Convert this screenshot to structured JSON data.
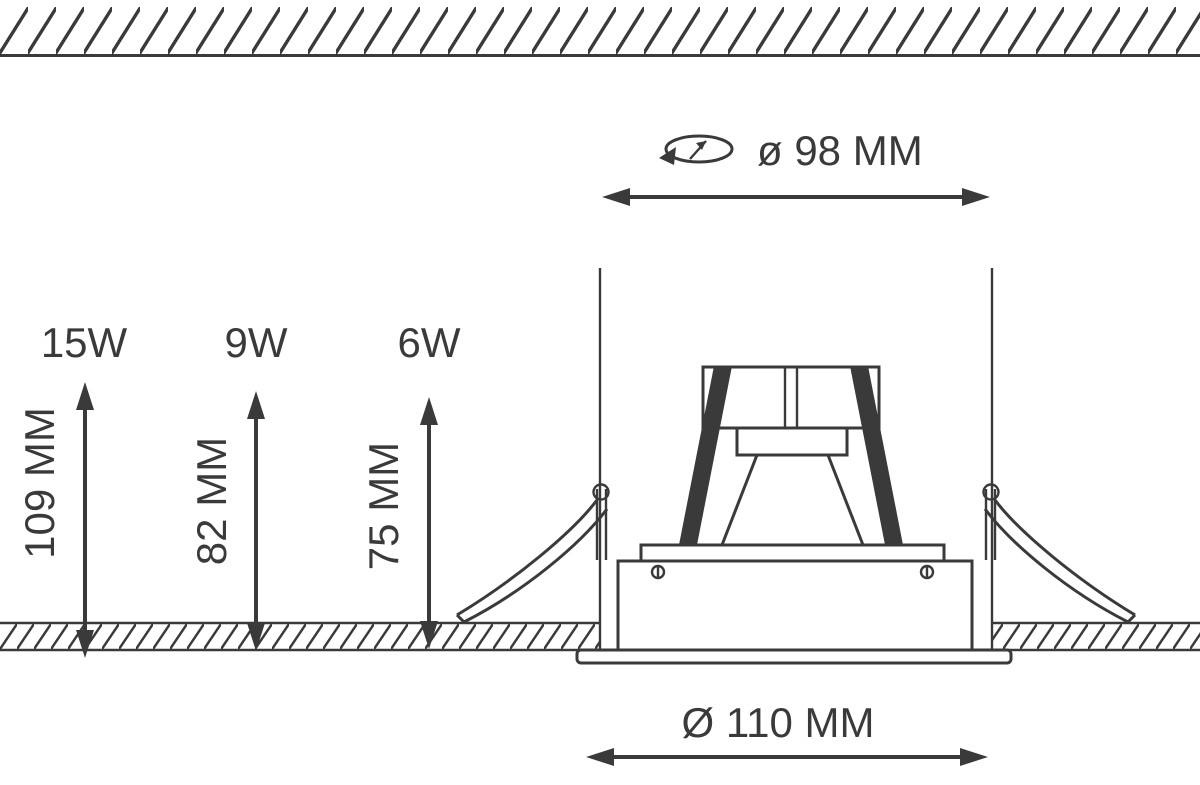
{
  "colors": {
    "line": "#3a3a3a",
    "background": "#ffffff"
  },
  "cutout_dimension": {
    "label": "ø 98 MM",
    "icon": "rotation-icon"
  },
  "flange_dimension": {
    "label": "Ø 110 MM"
  },
  "height_dimensions": [
    {
      "wattage": "15W",
      "height": "109 MM"
    },
    {
      "wattage": "9W",
      "height": "82 MM"
    },
    {
      "wattage": "6W",
      "height": "75 MM"
    }
  ]
}
